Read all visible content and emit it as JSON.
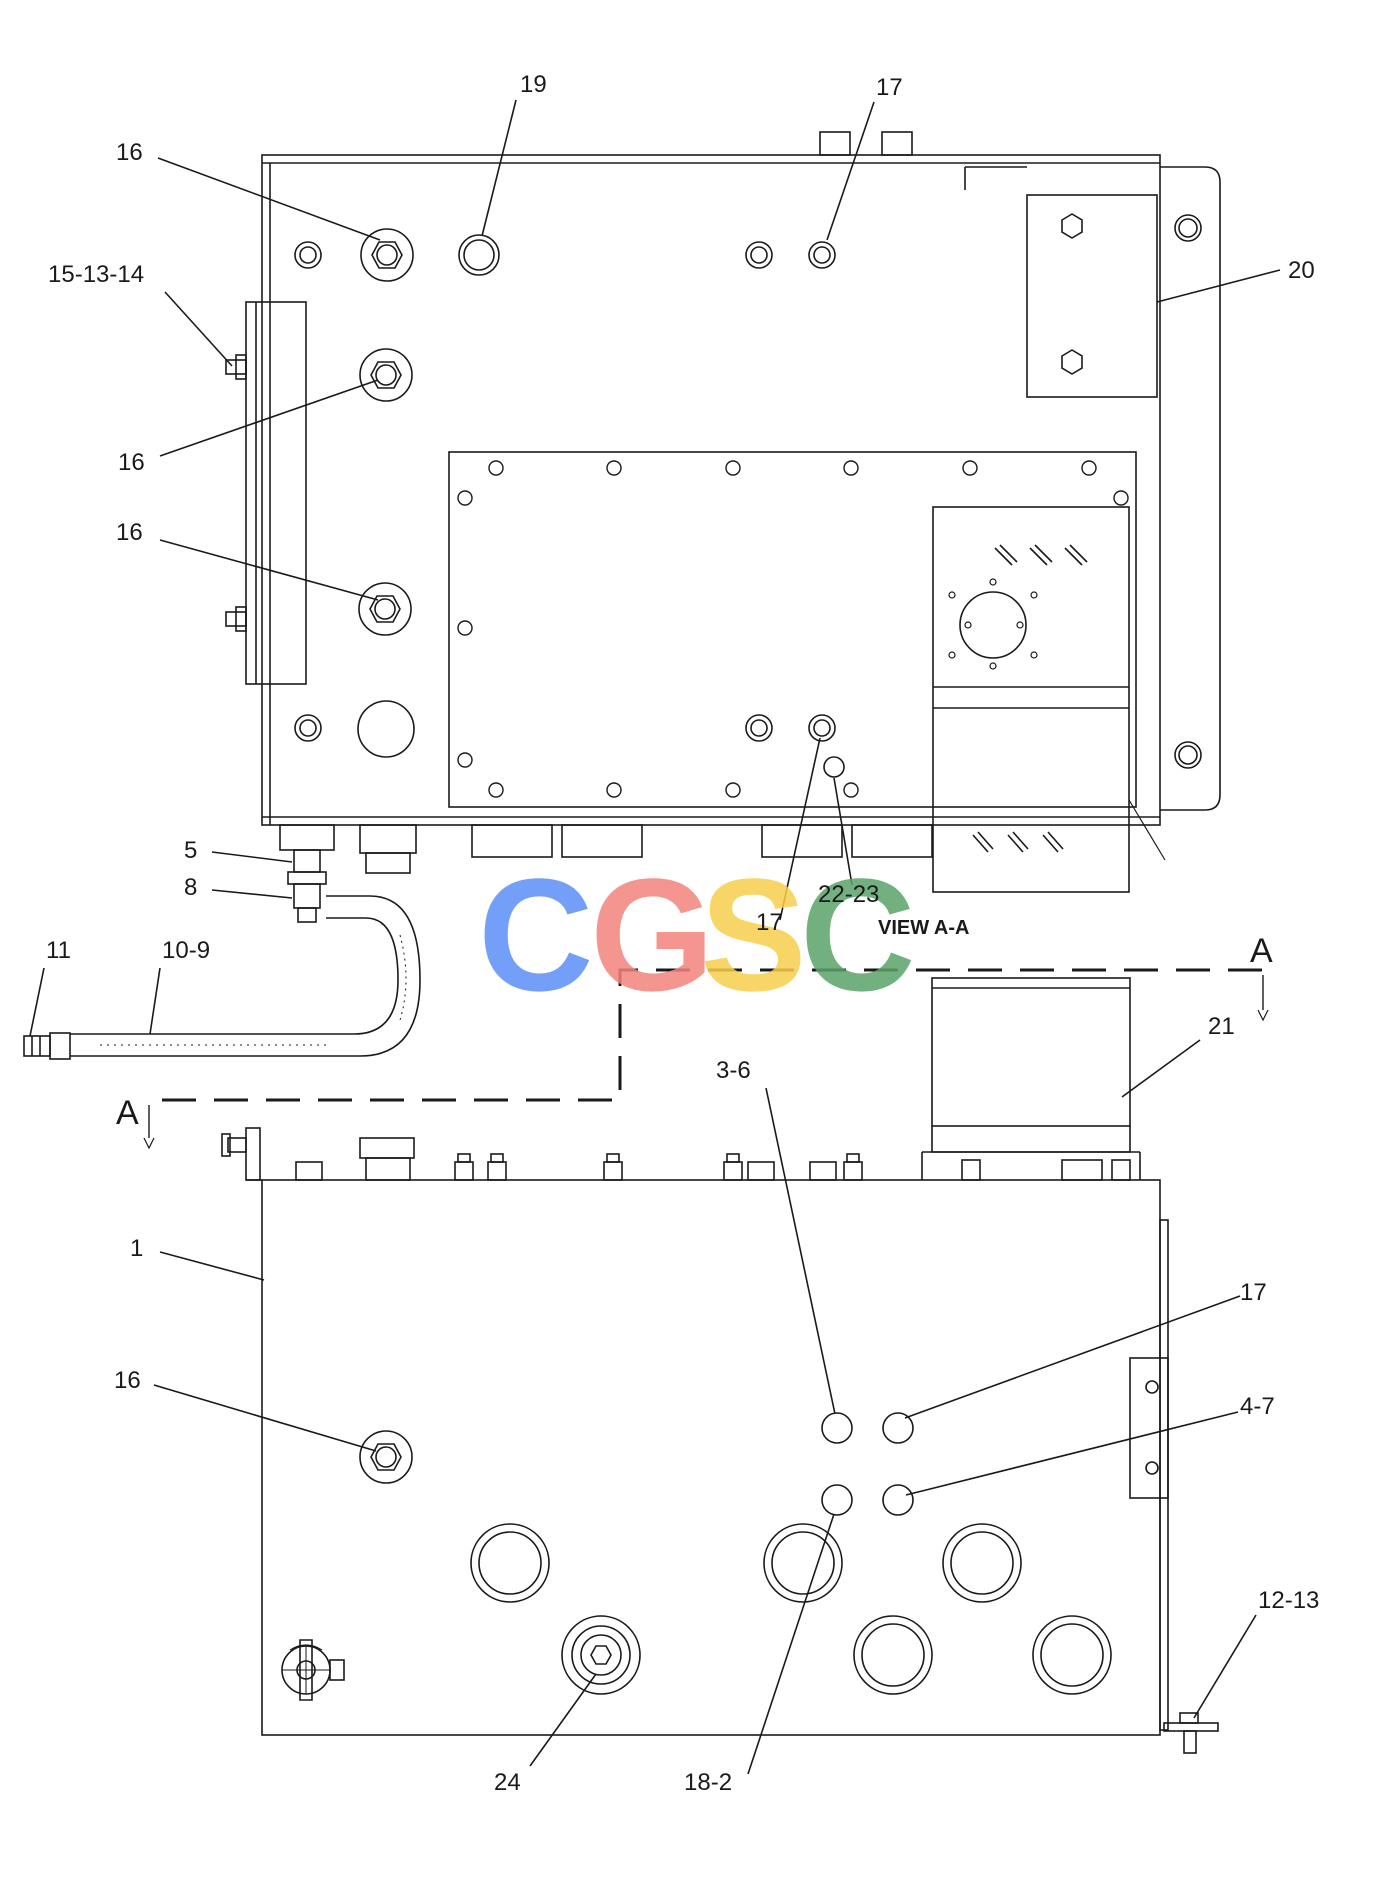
{
  "labels": {
    "top_19": "19",
    "top_17": "17",
    "top_16a": "16",
    "c_15_13_14": "15-13-14",
    "top_20": "20",
    "top_16b": "16",
    "top_16c": "16",
    "c_5": "5",
    "c_8": "8",
    "c_11": "11",
    "c_10_9": "10-9",
    "c_22_23": "22-23",
    "mid_17": "17",
    "view_label": "VIEW  A-A",
    "section_A_right": "A",
    "section_A_left": "A",
    "c_21": "21",
    "c_3_6": "3-6",
    "c_1": "1",
    "bot_17": "17",
    "bot_16": "16",
    "c_4_7": "4-7",
    "c_12_13": "12-13",
    "c_24": "24",
    "c_18_2": "18-2"
  },
  "watermark": {
    "letters": [
      "C",
      "G",
      "S",
      "C"
    ],
    "colors": [
      "#5b8ff9",
      "#f4837d",
      "#f6d04d",
      "#5aa469"
    ]
  }
}
